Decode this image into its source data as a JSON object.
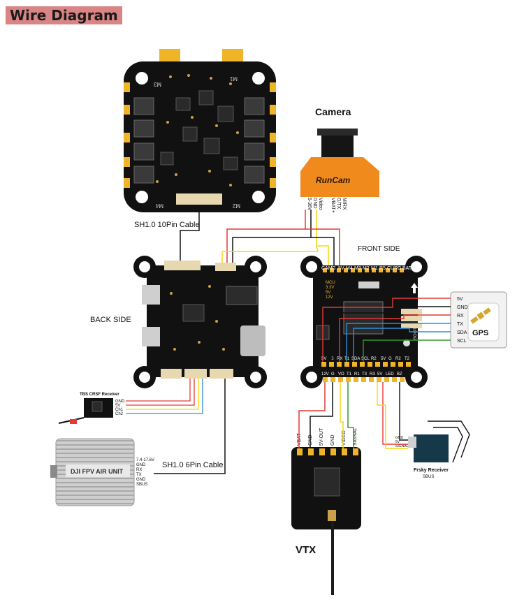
{
  "title": "Wire Diagram",
  "labels": {
    "camera": "Camera",
    "camera_brand": "RunCam",
    "front_side": "FRONT SIDE",
    "back_side": "BACK SIDE",
    "sh10_10pin": "SH1.0 10Pin  Cable",
    "sh10_6pin": "SH1.0 6Pin  Cable",
    "vtx": "VTX",
    "gps": "GPS",
    "dji": "DJI FPV AIR UNIT",
    "tbs": "TBS CRSF Receiver",
    "frsky": "Frsky Receiver",
    "frsky_sub": "SBUS"
  },
  "esc_motor_labels": [
    "M3",
    "M1",
    "M4",
    "M2"
  ],
  "camera_pins": [
    "5-36V",
    "GND",
    "Video",
    "VBAT+",
    "G/TX",
    "M/RX"
  ],
  "fc_top_pads": [
    "CAM",
    "G",
    "5V",
    "M4",
    "M3",
    "M2",
    "M1",
    "R5",
    "CUR",
    "G",
    "BAT"
  ],
  "fc_side_labels": [
    "MCU",
    "3.3V",
    "5V",
    "12V"
  ],
  "fc_bottom_row1": [
    "5V",
    "G",
    "RX",
    "T1",
    "SDA",
    "SCL",
    "R2",
    "5V",
    "G",
    "R2",
    "T2"
  ],
  "fc_bottom_row2": [
    "12V",
    "G",
    "VO",
    "T1",
    "R1",
    "T3",
    "R3",
    "5V",
    "LED",
    "BZ"
  ],
  "fc_boot_label": "BOOT",
  "gps_pins": [
    "5V",
    "GND",
    "RX",
    "TX",
    "SDA",
    "SCL"
  ],
  "vtx_pins": [
    "VBAT",
    "GND",
    "5V-OUT",
    "GND",
    "VIDEO",
    "SIGNAL"
  ],
  "tbs_pins": [
    "GND",
    "5V",
    "Ch1",
    "Ch2"
  ],
  "dji_pins": [
    "7.4-17.6V",
    "GND",
    "RX",
    "TX",
    "GND",
    "SBUS"
  ],
  "frsky_pins": [
    "GND",
    "5V",
    "SIGNAL"
  ],
  "colors": {
    "red": "#e53935",
    "black": "#111111",
    "yellow": "#f5d90a",
    "blue": "#2d8fd5",
    "green": "#2e9a2e",
    "grey": "#9e9e9e",
    "board": "#121212",
    "pad": "#f0b429",
    "camera_orange": "#f08a1c",
    "title_bg": "#d98585"
  }
}
